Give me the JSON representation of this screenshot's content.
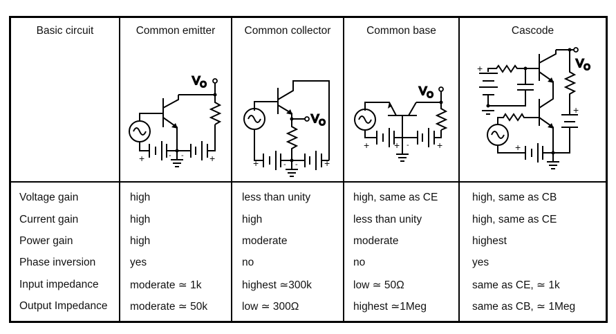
{
  "table": {
    "headers": [
      "Basic circuit",
      "Common emitter",
      "Common collector",
      "Common base",
      "Cascode"
    ],
    "rows": [
      {
        "label": "Voltage gain",
        "values": [
          "high",
          "less than unity",
          "high, same as CE",
          "high, same as CB"
        ]
      },
      {
        "label": "Current gain",
        "values": [
          "high",
          "high",
          "less than unity",
          "high, same as CE"
        ]
      },
      {
        "label": "Power gain",
        "values": [
          "high",
          "moderate",
          "moderate",
          "highest"
        ]
      },
      {
        "label": "Phase inversion",
        "values": [
          "yes",
          "no",
          "no",
          "yes"
        ]
      },
      {
        "label": "Input impedance",
        "values": [
          "moderate ≃ 1k",
          "highest ≃300k",
          "low ≃ 50Ω",
          "same as CE, ≃ 1k"
        ]
      },
      {
        "label": "Output Impedance",
        "values": [
          "moderate ≃ 50k",
          "low ≃ 300Ω",
          "highest ≃1Meg",
          "same as CB, ≃ 1Meg"
        ]
      }
    ]
  },
  "circuits": {
    "output_label": "V",
    "output_subscript": "O",
    "plus": "+",
    "minus": "-"
  }
}
